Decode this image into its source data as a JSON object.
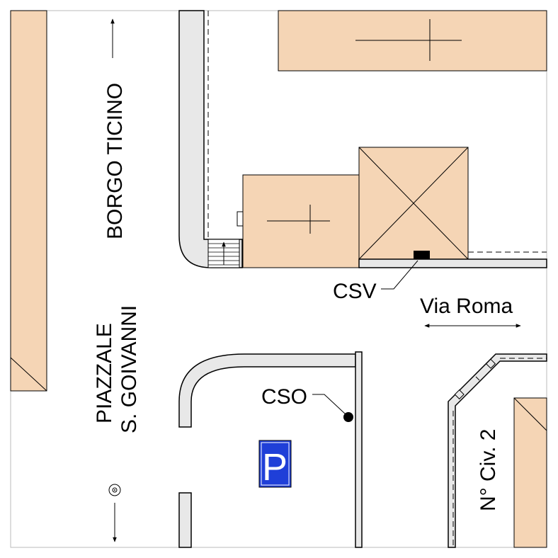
{
  "map": {
    "labels": {
      "street_north": "BORGO TICINO",
      "piazzale_line1": "PIAZZALE",
      "piazzale_line2": "S. GOIVANNI",
      "street_east": "Via Roma",
      "csv": "CSV",
      "cso": "CSO",
      "civic": "N° Civ. 2",
      "parking": "P"
    },
    "colors": {
      "building_fill": "#f5d5b5",
      "sidewalk_fill": "#e8e8e8",
      "parking_sign": "#1f3fd8",
      "outline": "#000000",
      "background": "#ffffff"
    },
    "icons": {
      "parking": "parking-sign-icon",
      "point_marker": "circle-target-icon",
      "direction_arrow": "double-arrow-icon"
    }
  }
}
